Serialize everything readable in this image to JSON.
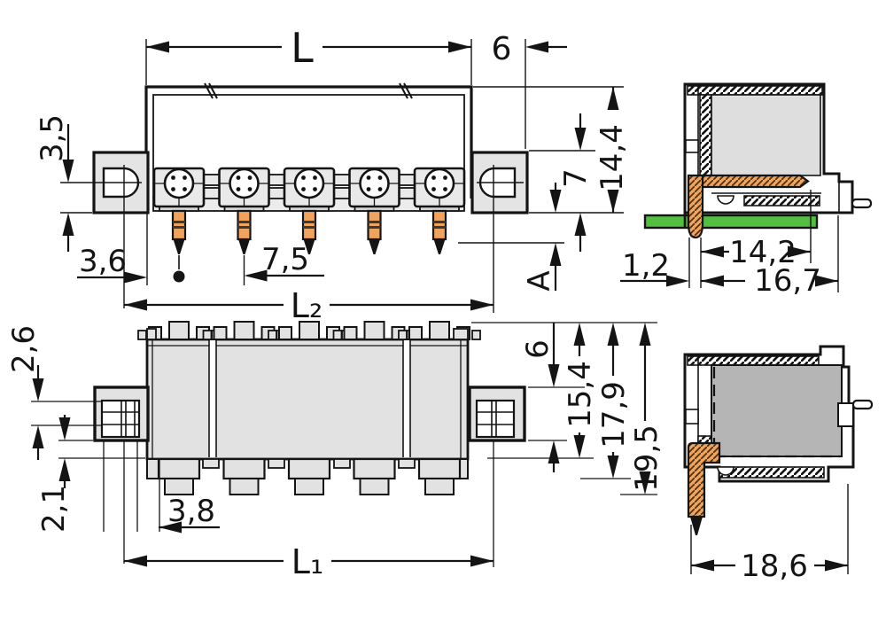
{
  "drawing": {
    "pole_count": 5,
    "colors": {
      "line": "#141414",
      "body_gray": "#e4e4e4",
      "dark_gray": "#b5b5b5",
      "pcb_green": "#55bd41",
      "pin_orange": "#f0a35c",
      "background": "#ffffff"
    },
    "dims": {
      "total_length": "L",
      "flange_width": "6",
      "hole_offset": "3,5",
      "edge_offset": "3,6",
      "pin_pitch": "7,5",
      "hole_spacing": "L₂",
      "pin_length": "A",
      "flange_height": "7",
      "total_height": "14,4",
      "pin_thickness": "1,2",
      "depth_to_housing": "14,2",
      "depth_to_front": "16,7",
      "insert_depth": "2,6",
      "step_depth": "2,1",
      "center_to_step": "3,8",
      "mount_length": "L₁",
      "flange_depth": "6",
      "height_154": "15,4",
      "height_179": "17,9",
      "height_195": "19,5",
      "side_depth": "18,6"
    }
  }
}
